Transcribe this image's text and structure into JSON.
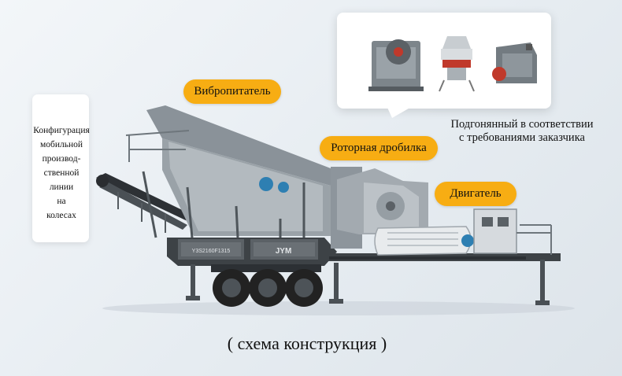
{
  "left_card": {
    "lines": [
      "Конфигурация",
      "мобильной",
      "производ-",
      "ственной",
      "линии",
      "на",
      "колесах"
    ]
  },
  "labels": {
    "feeder": "Вибропитатель",
    "rotor_crusher": "Роторная дробилка",
    "engine": "Двигатель"
  },
  "customization": {
    "line1": "Подгонянный в соответствии",
    "line2": "с требованиями заказчика"
  },
  "caption": "( схема конструкция )",
  "plate_left": "Y3S2160F1315",
  "plate_logo": "JYM",
  "colors": {
    "pill": "#f7ad13",
    "steel_dark": "#3d4246",
    "steel": "#8d959c",
    "motor_blue": "#2e7fb2"
  }
}
